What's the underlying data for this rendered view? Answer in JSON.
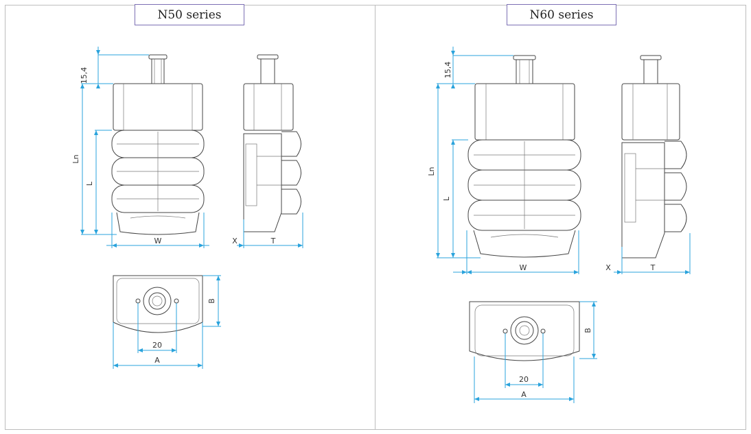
{
  "panels": [
    {
      "title": "N50 series"
    },
    {
      "title": "N60 series"
    }
  ],
  "dims": {
    "n50": {
      "top_height": "15,4",
      "ln": "Ln",
      "l": "L",
      "w": "W",
      "x": "X",
      "t": "T",
      "b": "B",
      "hole_spacing": "20",
      "a": "A"
    },
    "n60": {
      "top_height": "15,4",
      "ln": "Ln",
      "l": "L",
      "w": "W",
      "x": "X",
      "t": "T",
      "b": "B",
      "hole_spacing": "20",
      "a": "A"
    }
  },
  "colors": {
    "dimension": "#2aa3dc",
    "title_border": "#7b6fb4",
    "frame": "#bdbdbd"
  }
}
